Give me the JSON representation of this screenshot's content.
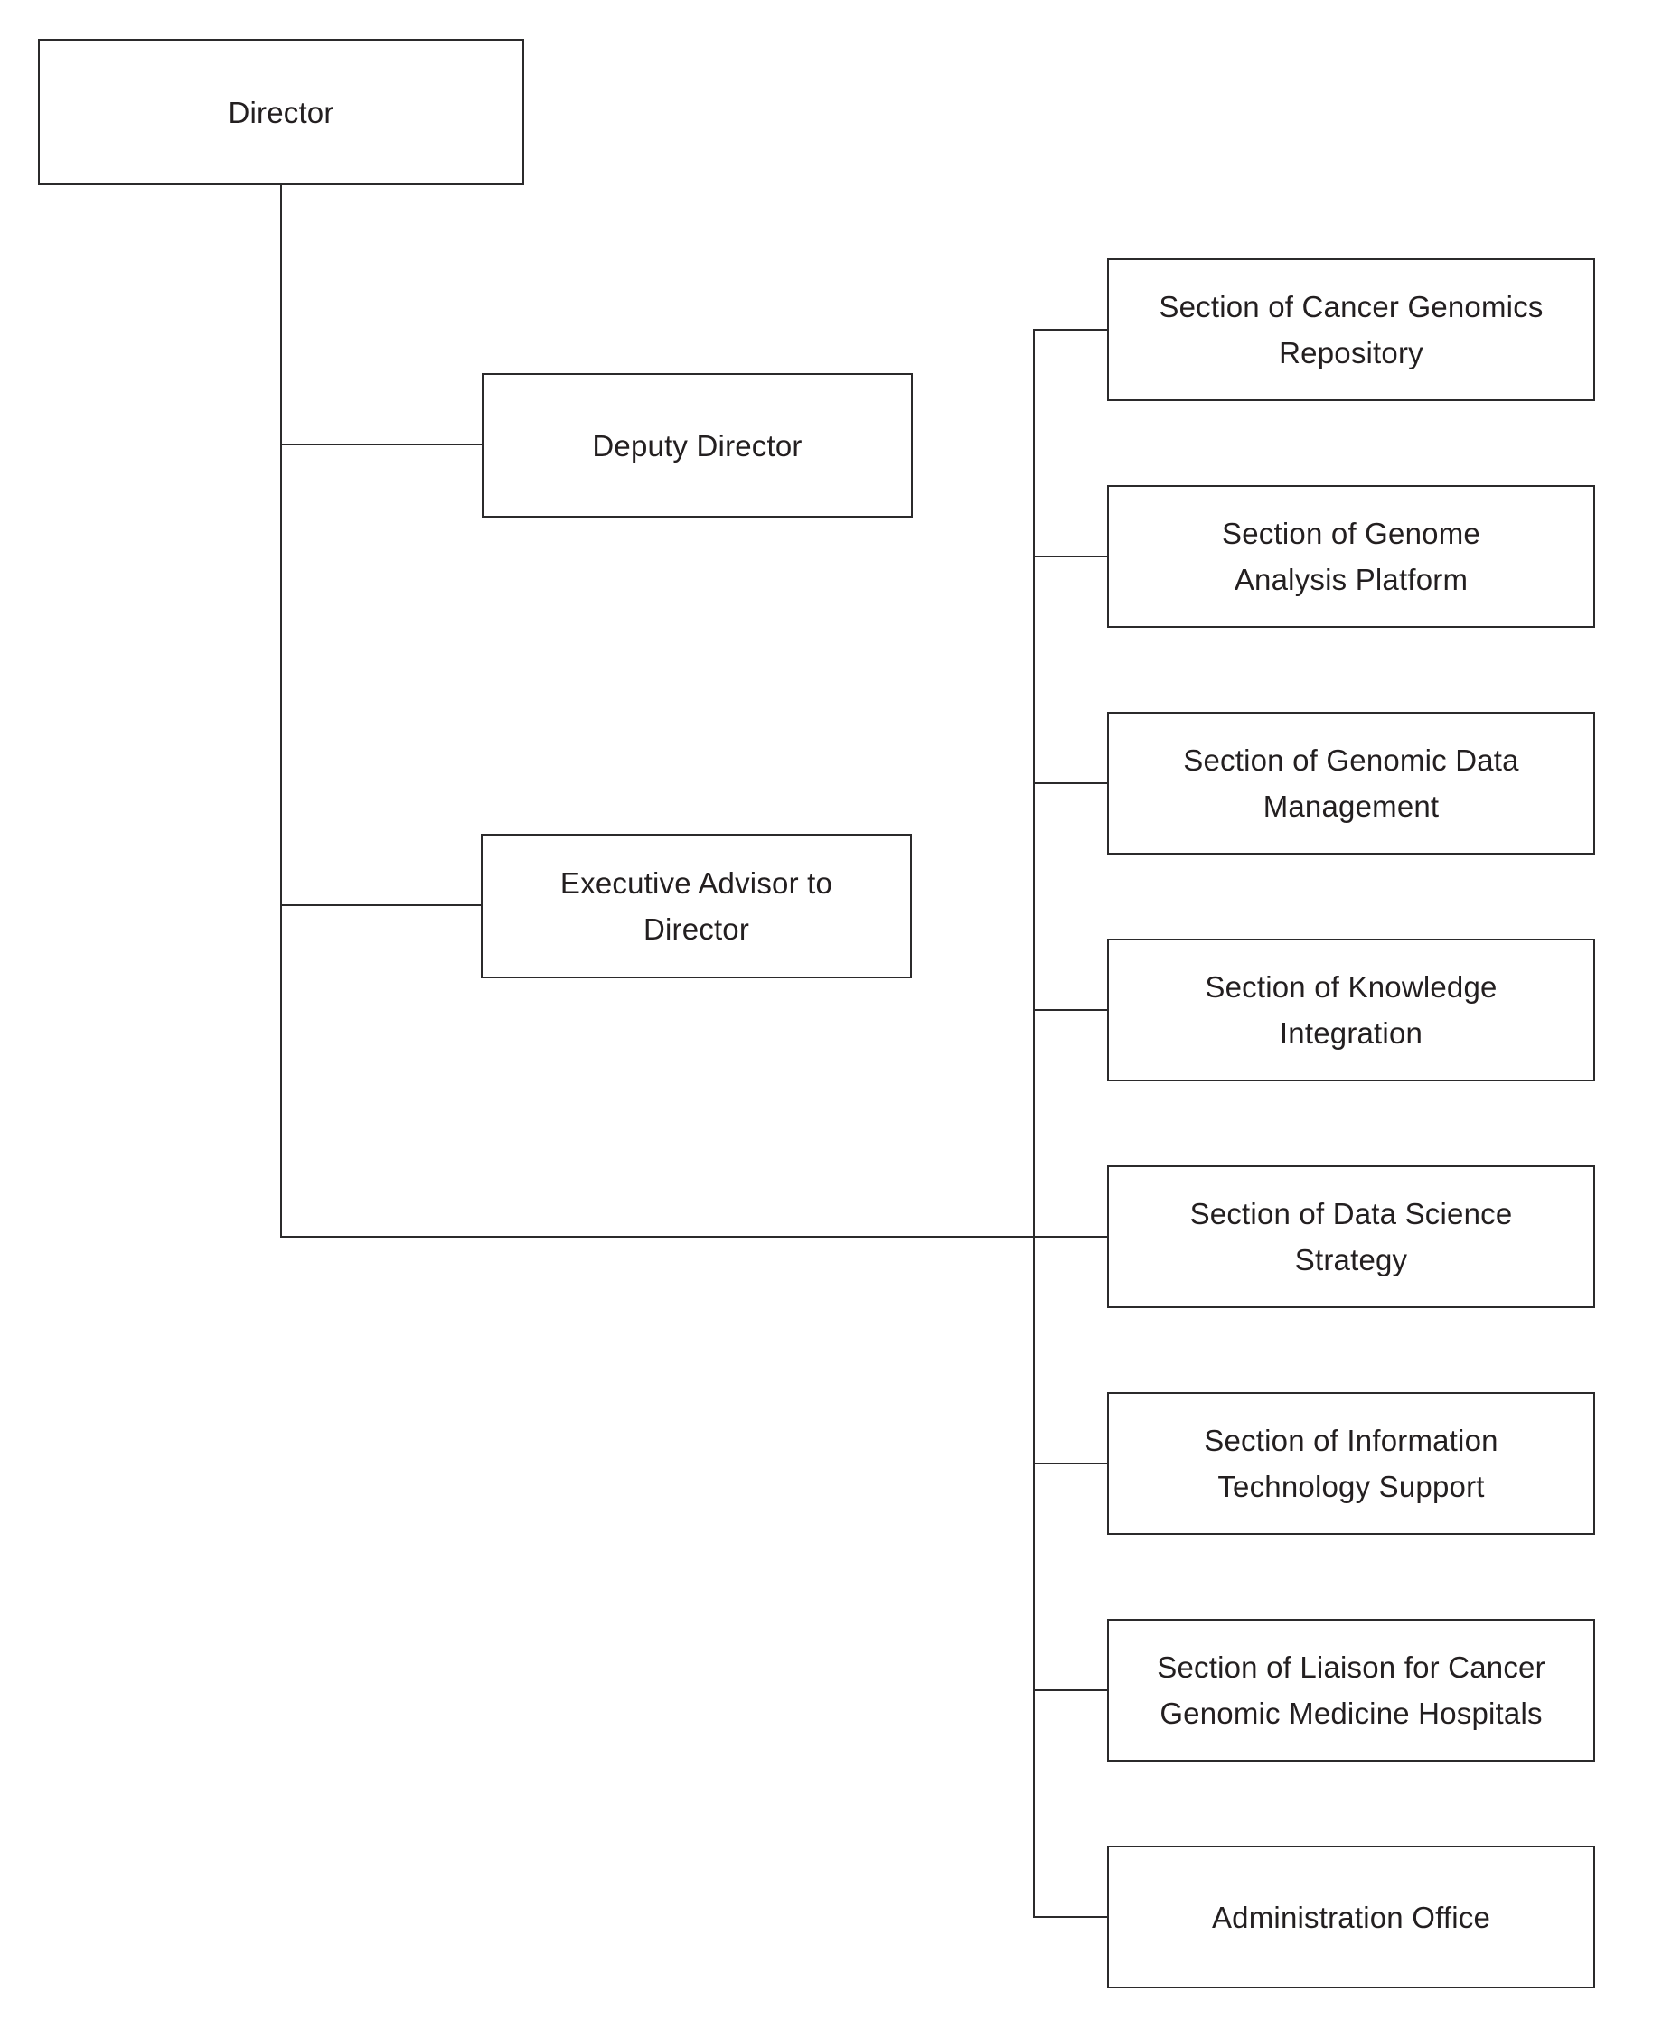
{
  "org_chart": {
    "director": {
      "label": "Director",
      "lines": [
        "Director"
      ]
    },
    "staff": [
      {
        "label": "Deputy Director",
        "lines": [
          "Deputy Director"
        ]
      },
      {
        "label": "Executive Advisor to Director",
        "lines": [
          "Executive Advisor to",
          "Director"
        ]
      }
    ],
    "sections": [
      {
        "label": "Section of Cancer Genomics Repository",
        "lines": [
          "Section of Cancer Genomics",
          "Repository"
        ]
      },
      {
        "label": "Section of Genome Analysis Platform",
        "lines": [
          "Section of Genome",
          "Analysis Platform"
        ]
      },
      {
        "label": "Section of Genomic Data Management",
        "lines": [
          "Section of Genomic Data",
          "Management"
        ]
      },
      {
        "label": "Section of Knowledge Integration",
        "lines": [
          "Section of Knowledge",
          "Integration"
        ]
      },
      {
        "label": "Section of Data Science Strategy",
        "lines": [
          "Section of Data Science",
          "Strategy"
        ]
      },
      {
        "label": "Section of Information Technology Support",
        "lines": [
          "Section of Information",
          "Technology Support"
        ]
      },
      {
        "label": "Section of Liaison for Cancer Genomic Medicine Hospitals",
        "lines": [
          "Section of Liaison for Cancer",
          "Genomic Medicine Hospitals"
        ]
      },
      {
        "label": "Administration Office",
        "lines": [
          "Administration Office"
        ]
      }
    ],
    "colors": {
      "line": "#2b2a2b",
      "text": "#231f20",
      "background": "#ffffff"
    }
  }
}
